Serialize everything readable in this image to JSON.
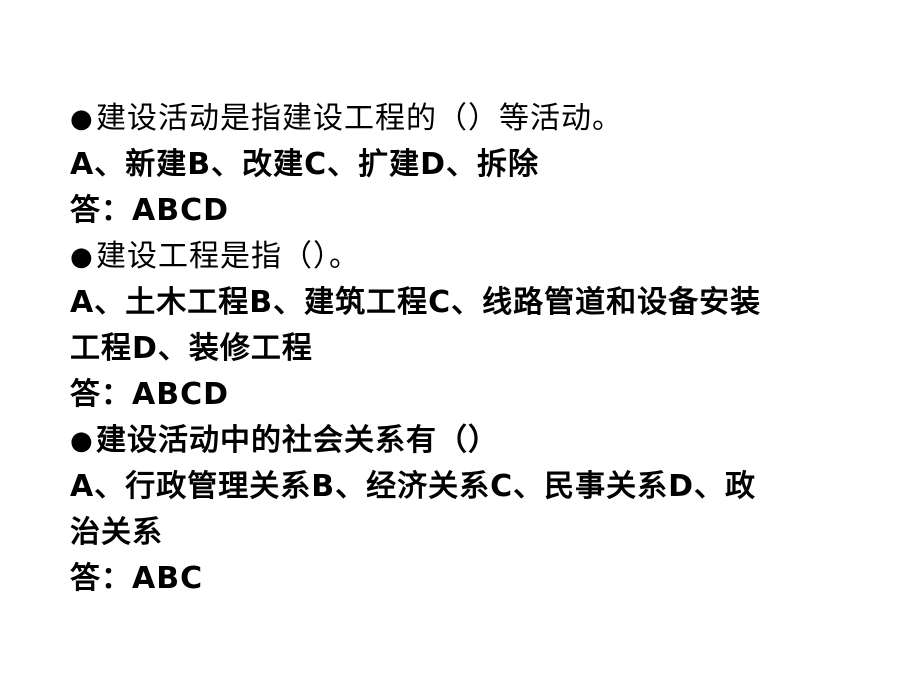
{
  "bullet": "●",
  "questions": [
    {
      "question": "建设活动是指建设工程的（）等活动。",
      "option_lines": [
        "A、新建B、改建C、扩建D、拆除"
      ],
      "answer": "答：ABCD"
    },
    {
      "question": "建设工程是指（）。",
      "option_lines": [
        "A、土木工程B、建筑工程C、线路管道和设备安装",
        "工程D、装修工程"
      ],
      "answer": "答：ABCD"
    },
    {
      "question": "建设活动中的社会关系有（）",
      "option_lines": [
        "A、行政管理关系B、经济关系C、民事关系D、政",
        "治关系"
      ],
      "answer": "答：ABC"
    }
  ]
}
